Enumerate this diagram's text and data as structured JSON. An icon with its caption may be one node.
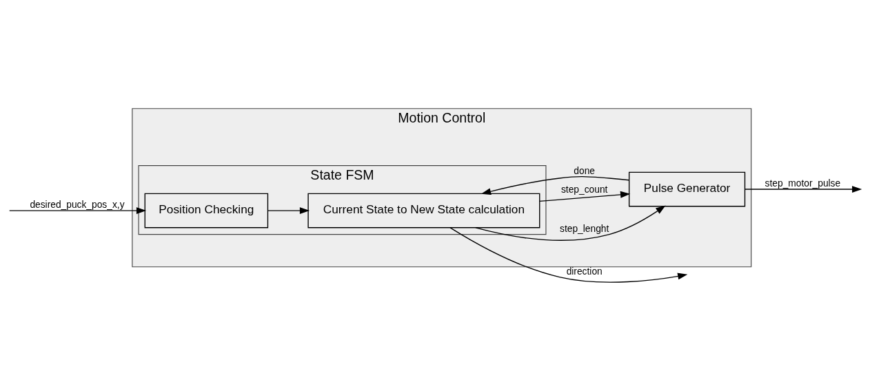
{
  "diagram": {
    "nodes": [
      {
        "text": [
          "Motion Control"
        ]
      },
      {
        "text": [
          "State FSM"
        ],
        "in": 0
      },
      {
        "text": [
          "Position Checking"
        ],
        "in": 1
      },
      {
        "text": [
          "Current State to New State calculation"
        ],
        "in": 1
      },
      {
        "text": [
          "Pulse Generator"
        ],
        "in": 0
      }
    ],
    "edges": [
      {
        "from": null,
        "to": 2,
        "arrow": "to",
        "label": "desired_puck_pos_x,y"
      },
      {
        "from": 2,
        "to": 3,
        "arrow": "to"
      },
      {
        "from": 3,
        "to": null,
        "arrow": "to",
        "label": "direction"
      },
      {
        "from": 4,
        "to": 3,
        "arrow": "to",
        "label": "done"
      },
      {
        "from": 3,
        "to": 4,
        "arrow": "to",
        "label": "step_lenght"
      },
      {
        "from": 3,
        "to": 4,
        "arrow": "to",
        "label": "step_count"
      },
      {
        "from": 4,
        "to": null,
        "arrow": "to",
        "label": "step_motor_pulse"
      }
    ]
  }
}
